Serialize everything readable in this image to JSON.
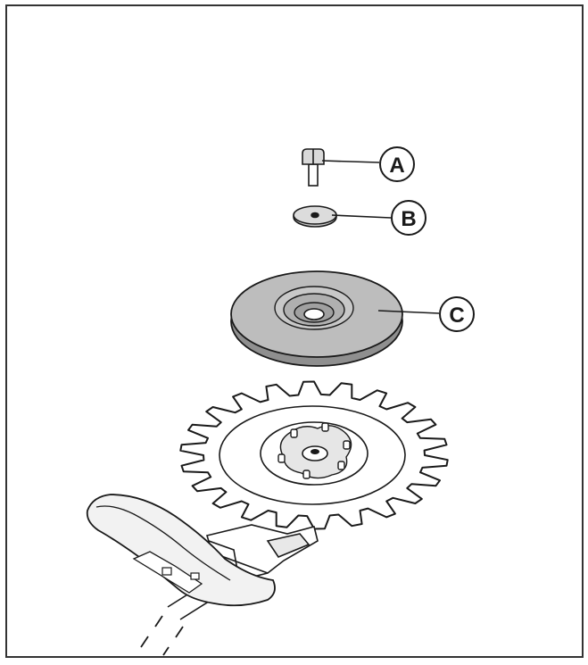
{
  "figure": {
    "callouts": [
      {
        "letter": "A",
        "part": "bolt"
      },
      {
        "letter": "B",
        "part": "washer"
      },
      {
        "letter": "C",
        "part": "support-cup"
      }
    ]
  },
  "colors": {
    "line": "#1a1a1a",
    "border": "#333333",
    "disc_fill": "#b5b5b5",
    "washer_fill": "#c9c9c9",
    "background": "#ffffff"
  }
}
